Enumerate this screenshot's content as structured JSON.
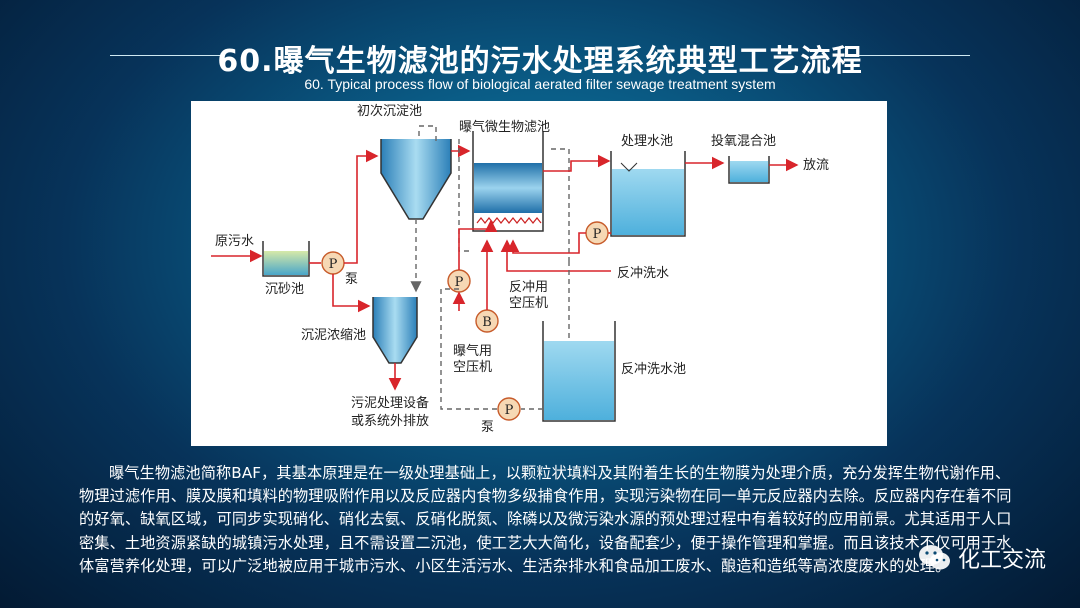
{
  "slide": {
    "title": "60.曝气生物滤池的污水处理系统典型工艺流程",
    "subtitle": "60. Typical process flow of biological aerated filter sewage treatment system",
    "paragraph": "曝气生物滤池简称BAF，其基本原理是在一级处理基础上，以颗粒状填料及其附着生长的生物膜为处理介质，充分发挥生物代谢作用、物理过滤作用、膜及膜和填料的物理吸附作用以及反应器内食物多级捕食作用，实现污染物在同一单元反应器内去除。反应器内存在着不同的好氧、缺氧区域，可同步实现硝化、硝化去氨、反硝化脱氮、除磷以及微污染水源的预处理过程中有着较好的应用前景。尤其适用于人口密集、土地资源紧缺的城镇污水处理，且不需设置二沉池，使工艺大大简化，设备配套少，便于操作管理和掌握。而且该技术不仅可用于水体富营养化处理，可以广泛地被应用于城市污水、小区生活污水、生活杂排水和食品加工废水、酿造和造纸等高浓度废水的处理。",
    "watermark": "化工交流"
  },
  "diagram": {
    "labels": {
      "primary_clarifier": "初次沉淀池",
      "baf": "曝气微生物滤池",
      "treated_tank": "处理水池",
      "dosing_tank": "投氧混合池",
      "discharge": "放流",
      "raw_sewage": "原污水",
      "grit_chamber": "沉砂池",
      "pump_1": "泵",
      "sludge_thickener": "沉泥浓缩池",
      "sludge_disposal_1": "污泥处理设备",
      "sludge_disposal_2": "或系统外排放",
      "aeration_blower_1": "曝气用",
      "aeration_blower_2": "空压机",
      "backwash_blower_1": "反冲用",
      "backwash_blower_2": "空压机",
      "backwash_water": "反冲洗水",
      "backwash_tank": "反冲洗水池",
      "pump_2": "泵",
      "p": "P",
      "b": "B"
    },
    "colors": {
      "flow_line": "#d8252b",
      "dashed_line": "#666666",
      "water": "#6ec3e6",
      "water_dark": "#2e86c1",
      "pump_fill": "#f6d8b4",
      "pump_stroke": "#c75b2a"
    }
  }
}
